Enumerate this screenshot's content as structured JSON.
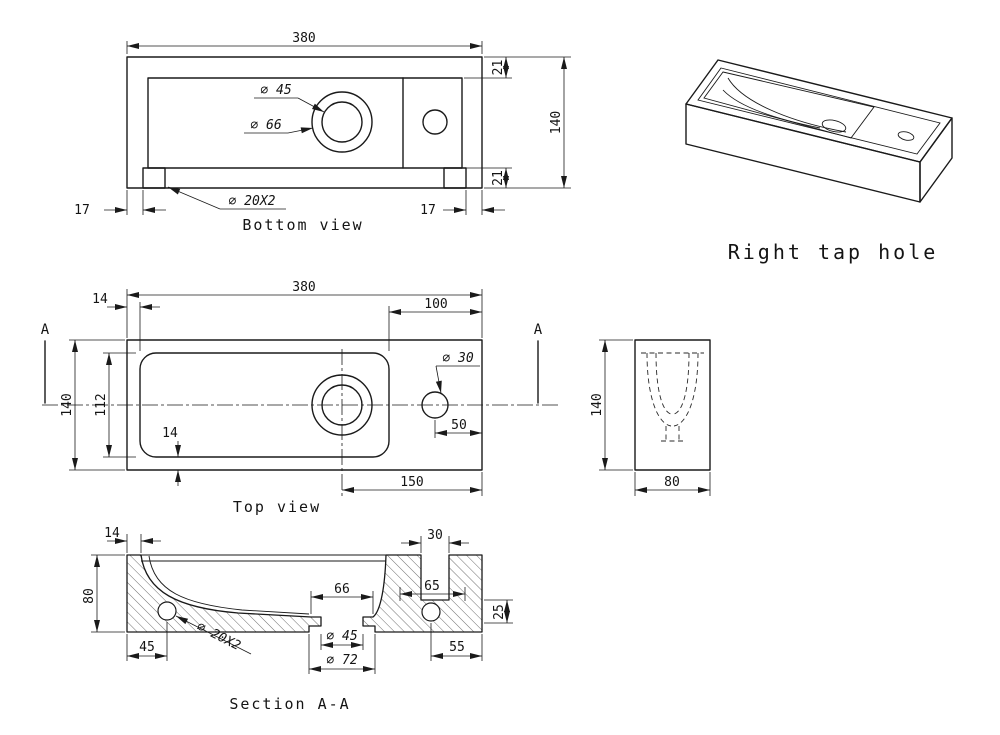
{
  "drawing": {
    "background": "#ffffff",
    "ink": "#1a1a1a",
    "views": {
      "bottom": {
        "label": "Bottom view",
        "dims": {
          "overall_width": "380",
          "top_margin": "21",
          "overall_height": "140",
          "bottom_margin": "21",
          "foot_offset_left": "17",
          "foot_offset_right": "17"
        },
        "callouts": {
          "foot_holes": "⌀ 20X2",
          "drain_inner": "⌀ 45",
          "drain_outer": "⌀ 66"
        }
      },
      "isometric": {
        "caption": "Right tap hole"
      },
      "top": {
        "label": "Top view",
        "section_letter_left": "A",
        "section_letter_right": "A",
        "dims": {
          "overall_width": "380",
          "rim_left": "14",
          "deck_width": "100",
          "overall_depth": "140",
          "basin_depth": "112",
          "rim_bottom": "14",
          "tap_from_edge": "50",
          "drain_from_edge": "150"
        },
        "callouts": {
          "tap_hole": "⌀ 30"
        }
      },
      "side": {
        "dims": {
          "height": "140",
          "depth": "80"
        }
      },
      "section": {
        "label": "Section A-A",
        "dims": {
          "rim_thickness": "14",
          "tap_hole_width": "30",
          "overall_height": "80",
          "basin_floor_width": "66",
          "deck_width": "65",
          "deck_thickness": "25",
          "foot_from_left": "45",
          "foot_from_right": "55"
        },
        "callouts": {
          "drain_hole": "⌀ 45",
          "drain_recess": "⌀ 72",
          "foot_holes": "⌀ 20X2"
        }
      }
    }
  }
}
